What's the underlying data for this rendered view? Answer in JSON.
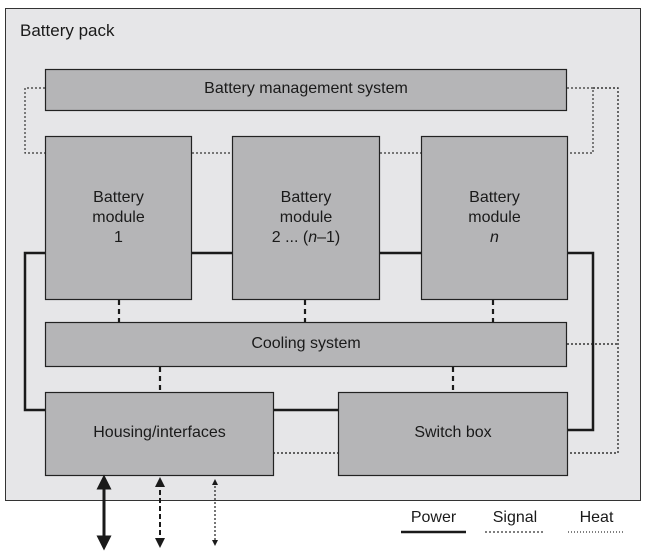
{
  "title": "Battery pack",
  "blocks": {
    "bms": "Battery management system",
    "module1": [
      "Battery",
      "module",
      "1"
    ],
    "module2": [
      "Battery",
      "module",
      "2 ... (",
      "n",
      "–1)"
    ],
    "module3": [
      "Battery",
      "module",
      "n"
    ],
    "cooling": "Cooling system",
    "housing": "Housing/interfaces",
    "switch": "Switch box"
  },
  "legend": {
    "power": "Power",
    "signal": "Signal",
    "heat": "Heat"
  },
  "colors": {
    "pack_bg": "#e6e6e8",
    "block_fill": "#b5b5b7",
    "line": "#1a1a1a"
  }
}
